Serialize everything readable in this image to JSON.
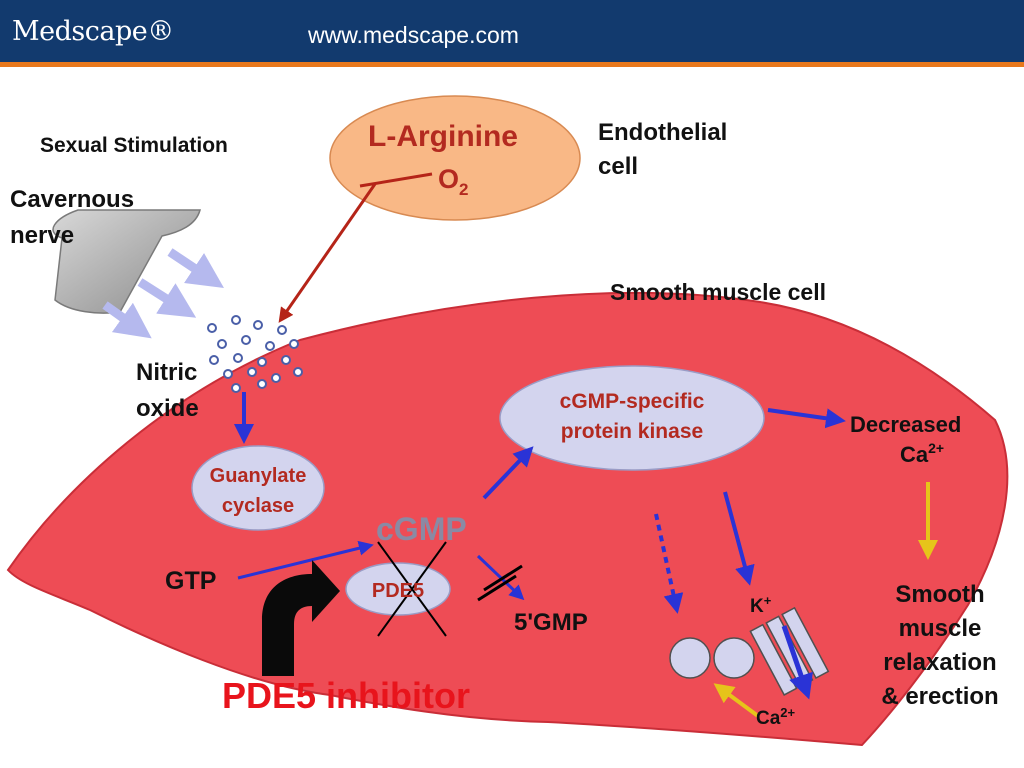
{
  "header": {
    "logo": "Medscape®",
    "url": "www.medscape.com"
  },
  "labels": {
    "sexual_stimulation": "Sexual Stimulation",
    "cavernous_line1": "Cavernous",
    "cavernous_line2": "nerve",
    "l_arginine": "L-Arginine",
    "o2_base": "O",
    "o2_sub": "2",
    "endothelial_line1": "Endothelial",
    "endothelial_line2": "cell",
    "smooth_muscle_cell": "Smooth muscle cell",
    "nitric_line1": "Nitric",
    "nitric_line2": "oxide",
    "guanylate_line1": "Guanylate",
    "guanylate_line2": "cyclase",
    "kinase_line1": "cGMP-specific",
    "kinase_line2": "protein kinase",
    "cgmp": "cGMP",
    "gtp": "GTP",
    "pde5": "PDE5",
    "five_gmp": "5'GMP",
    "decreased_line1": "Decreased",
    "decreased_ca": "Ca",
    "ca_charge": "2+",
    "k_base": "K",
    "k_charge": "+",
    "ca_channel": "Ca",
    "outcome_line1": "Smooth",
    "outcome_line2": "muscle",
    "outcome_line3": "relaxation",
    "outcome_line4": "& erection",
    "pde5_inhibitor": "PDE5 inhibitor"
  },
  "colors": {
    "header_bg": "#123a6e",
    "header_rule": "#e8781c",
    "cell_red": "#ee4c55",
    "endothelial_orange": "#f9b886",
    "enzyme_lavender": "#d3d4ee",
    "arrow_blue": "#2a33d6",
    "arrow_red": "#b52418",
    "arrow_yellow": "#e6c41a",
    "label_red": "#b32a20",
    "inhibitor_red": "#e8141c"
  }
}
